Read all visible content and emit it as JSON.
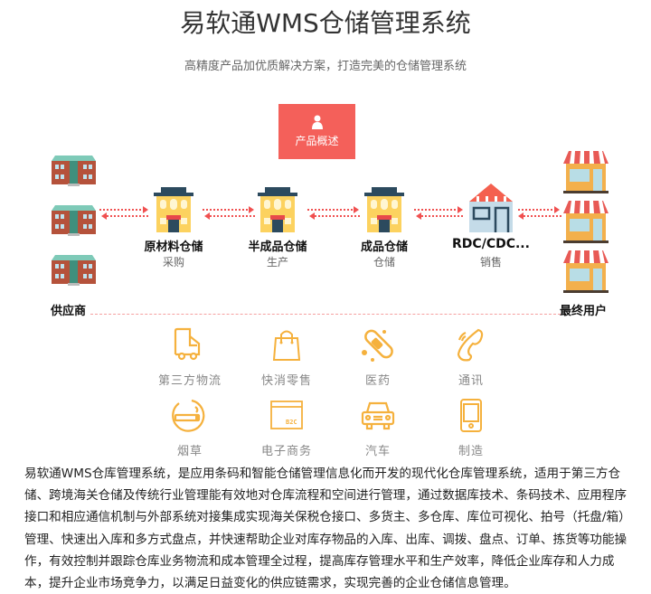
{
  "header": {
    "title": "易软通WMS仓储管理系统",
    "subtitle": "高精度产品加优质解决方案，打造完美的仓储管理系统"
  },
  "overview_button": {
    "label": "产品概述",
    "icon": "user-icon",
    "color": "#f4605a"
  },
  "flow": {
    "supplier_label": "供应商",
    "end_user_label": "最终用户",
    "stages": [
      {
        "title": "原材料仓储",
        "subtitle": "采购"
      },
      {
        "title": "半成品仓储",
        "subtitle": "生产"
      },
      {
        "title": "成品仓储",
        "subtitle": "仓储"
      },
      {
        "title": "RDC/CDC...",
        "subtitle": "销售"
      }
    ],
    "arrow_color": "#f05050"
  },
  "industries": {
    "accent": "#f5b13d",
    "items": [
      {
        "label": "第三方物流",
        "icon": "truck-icon"
      },
      {
        "label": "快消零售",
        "icon": "shopping-bag-icon"
      },
      {
        "label": "医药",
        "icon": "pill-icon"
      },
      {
        "label": "通讯",
        "icon": "phone-icon"
      },
      {
        "label": "烟草",
        "icon": "cigarette-icon"
      },
      {
        "label": "电子商务",
        "icon": "b2c-browser-icon"
      },
      {
        "label": "汽车",
        "icon": "car-icon"
      },
      {
        "label": "制造",
        "icon": "device-icon"
      }
    ]
  },
  "description": "易软通WMS仓库管理系统，是应用条码和智能仓储管理信息化而开发的现代化仓库管理系统，适用于第三方仓储、跨境海关仓储及传统行业管理能有效地对仓库流程和空间进行管理，通过数据库技术、条码技术、应用程序接口和相应通信机制与外部系统对接集成实现海关保税仓接口、多货主、多仓库、库位可视化、拍号（托盘/箱）管理、快速出入库和多方式盘点，并快速帮助企业对库存物品的入库、出库、调拨、盘点、订单、拣货等功能操作，有效控制并跟踪仓库业务物流和成本管理全过程，提高库存管理水平和生产效率，降低企业库存和人力成本，提升企业市场竞争力，以满足日益变化的供应链需求，实现完善的企业仓储信息管理。"
}
